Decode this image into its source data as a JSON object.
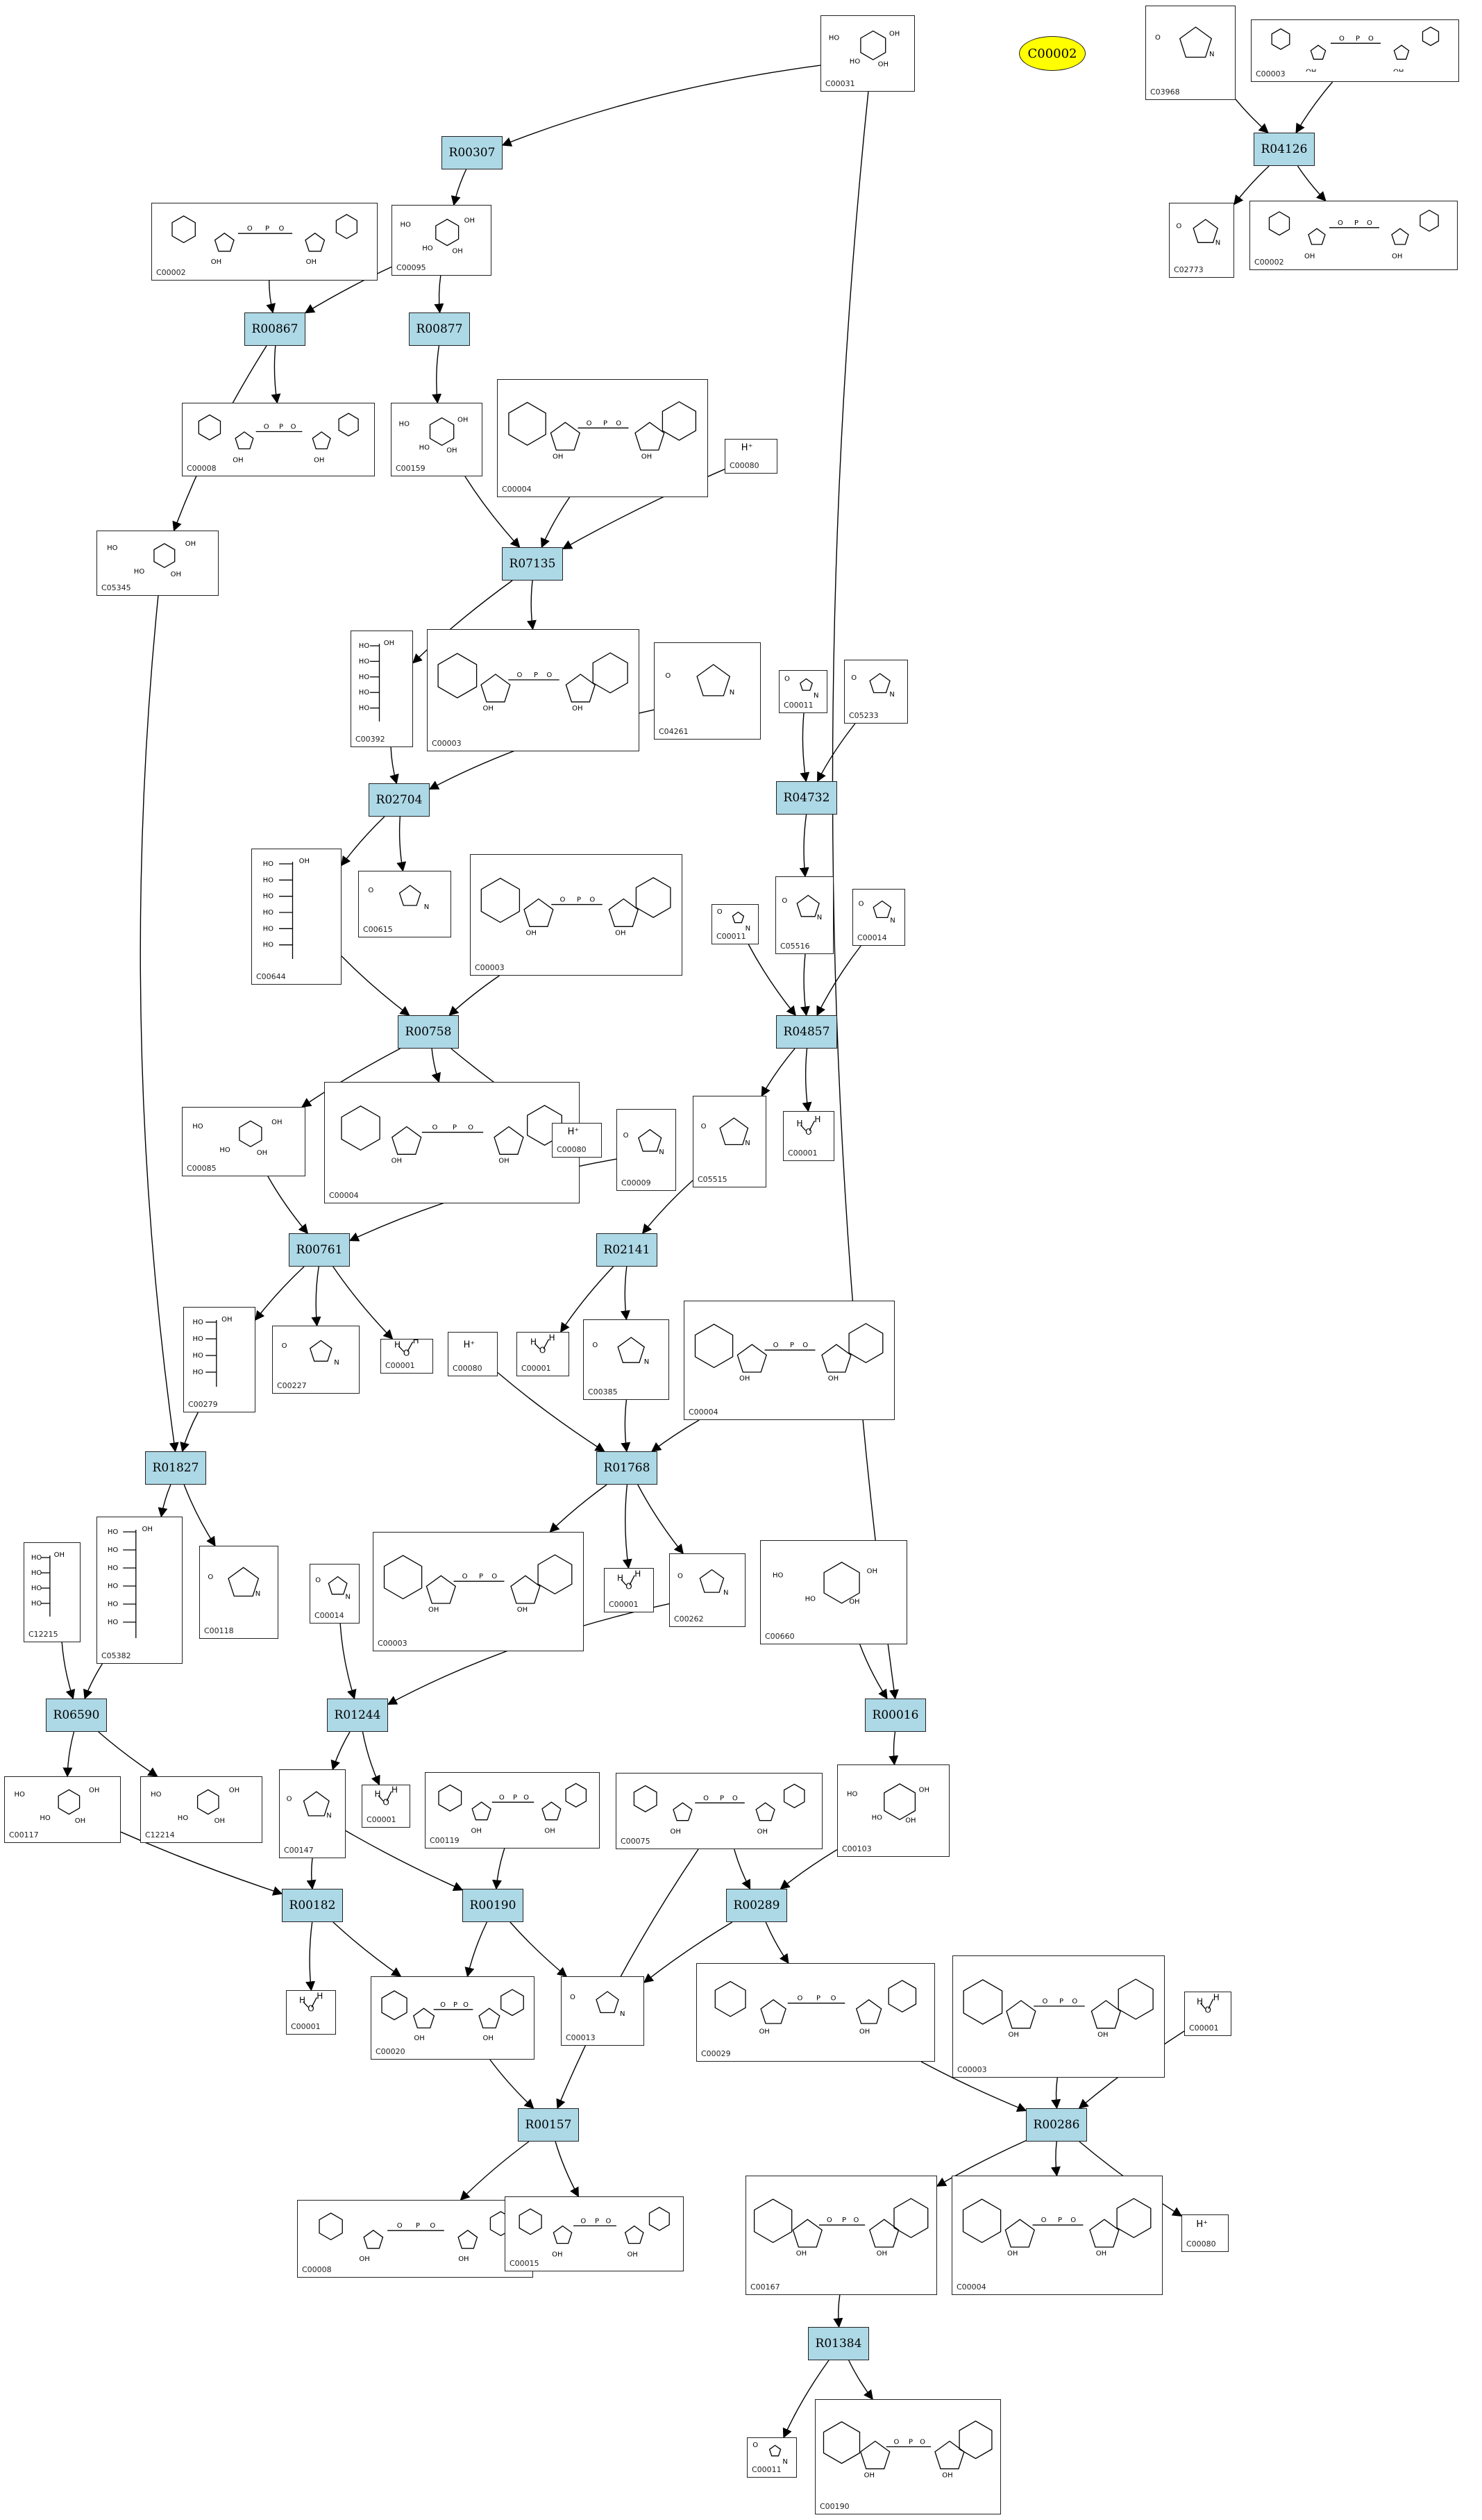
{
  "highlight": {
    "id": "C00002",
    "color": "#ffff00"
  },
  "colors": {
    "reaction_fill": "#add8e6",
    "edge": "#000000",
    "box_border": "#222222"
  },
  "reactions": [
    "R00307",
    "R04126",
    "R00867",
    "R00877",
    "R07135",
    "R02704",
    "R04732",
    "R00758",
    "R04857",
    "R00761",
    "R02141",
    "R01827",
    "R01768",
    "R06590",
    "R01244",
    "R00016",
    "R00182",
    "R00190",
    "R00289",
    "R00157",
    "R00286",
    "R01384"
  ],
  "compounds": [
    {
      "id": "C00031",
      "kind": "sugar"
    },
    {
      "id": "C03968",
      "kind": "lipid"
    },
    {
      "id": "C00003",
      "kind": "nucleotide"
    },
    {
      "id": "C02773",
      "kind": "lipid"
    },
    {
      "id": "C00002",
      "kind": "nucleotide"
    },
    {
      "id": "C00095",
      "kind": "sugar"
    },
    {
      "id": "C00002",
      "kind": "nucleotide"
    },
    {
      "id": "C00008",
      "kind": "nucleotide"
    },
    {
      "id": "C00159",
      "kind": "sugar"
    },
    {
      "id": "C00004",
      "kind": "nucleotide"
    },
    {
      "id": "C00080",
      "kind": "ion",
      "label": "H⁺"
    },
    {
      "id": "C05345",
      "kind": "sugar"
    },
    {
      "id": "C00392",
      "kind": "chain"
    },
    {
      "id": "C00003",
      "kind": "nucleotide"
    },
    {
      "id": "C04261",
      "kind": "small"
    },
    {
      "id": "C00011",
      "kind": "small"
    },
    {
      "id": "C05233",
      "kind": "small"
    },
    {
      "id": "C00644",
      "kind": "chain"
    },
    {
      "id": "C00615",
      "kind": "small"
    },
    {
      "id": "C00003",
      "kind": "nucleotide"
    },
    {
      "id": "C00011",
      "kind": "small"
    },
    {
      "id": "C05516",
      "kind": "small"
    },
    {
      "id": "C00014",
      "kind": "small"
    },
    {
      "id": "C00085",
      "kind": "sugar"
    },
    {
      "id": "C00004",
      "kind": "nucleotide"
    },
    {
      "id": "C00080",
      "kind": "ion",
      "label": "H⁺"
    },
    {
      "id": "C00009",
      "kind": "small"
    },
    {
      "id": "C05515",
      "kind": "small"
    },
    {
      "id": "C00001",
      "kind": "water"
    },
    {
      "id": "C00279",
      "kind": "chain"
    },
    {
      "id": "C00227",
      "kind": "small"
    },
    {
      "id": "C00001",
      "kind": "water"
    },
    {
      "id": "C00080",
      "kind": "ion",
      "label": "H⁺"
    },
    {
      "id": "C00001",
      "kind": "water"
    },
    {
      "id": "C00385",
      "kind": "small"
    },
    {
      "id": "C00004",
      "kind": "nucleotide"
    },
    {
      "id": "C12215",
      "kind": "chain"
    },
    {
      "id": "C05382",
      "kind": "chain"
    },
    {
      "id": "C00118",
      "kind": "small"
    },
    {
      "id": "C00014",
      "kind": "small"
    },
    {
      "id": "C00003",
      "kind": "nucleotide"
    },
    {
      "id": "C00001",
      "kind": "water"
    },
    {
      "id": "C00262",
      "kind": "small"
    },
    {
      "id": "C00660",
      "kind": "sugar"
    },
    {
      "id": "C00117",
      "kind": "sugar"
    },
    {
      "id": "C12214",
      "kind": "sugar"
    },
    {
      "id": "C00147",
      "kind": "small"
    },
    {
      "id": "C00001",
      "kind": "water"
    },
    {
      "id": "C00119",
      "kind": "nucleotide"
    },
    {
      "id": "C00075",
      "kind": "nucleotide"
    },
    {
      "id": "C00103",
      "kind": "sugar"
    },
    {
      "id": "C00001",
      "kind": "water"
    },
    {
      "id": "C00020",
      "kind": "nucleotide"
    },
    {
      "id": "C00013",
      "kind": "small"
    },
    {
      "id": "C00029",
      "kind": "nucleotide"
    },
    {
      "id": "C00003",
      "kind": "nucleotide"
    },
    {
      "id": "C00001",
      "kind": "water"
    },
    {
      "id": "C00008",
      "kind": "nucleotide"
    },
    {
      "id": "C00015",
      "kind": "nucleotide"
    },
    {
      "id": "C00167",
      "kind": "nucleotide"
    },
    {
      "id": "C00004",
      "kind": "nucleotide"
    },
    {
      "id": "C00080",
      "kind": "ion",
      "label": "H⁺"
    },
    {
      "id": "C00011",
      "kind": "small"
    },
    {
      "id": "C00190",
      "kind": "nucleotide"
    }
  ]
}
